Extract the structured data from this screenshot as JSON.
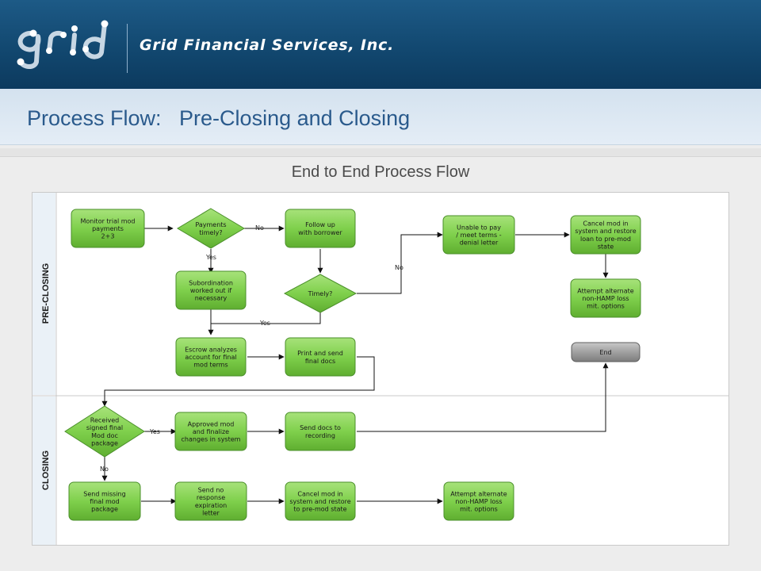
{
  "header": {
    "company": "Grid Financial Services, Inc.",
    "logo_text": "grid"
  },
  "page_title": "Process Flow:   Pre-Closing and Closing",
  "subtitle": "End to End Process Flow",
  "lanes": {
    "pre_closing": "PRE-CLOSING",
    "closing": "CLOSING"
  },
  "nodes": {
    "monitor": [
      "Monitor trial mod",
      "payments",
      "2+3"
    ],
    "payments_timely": [
      "Payments",
      "timely?"
    ],
    "follow_up": [
      "Follow up",
      "with borrower"
    ],
    "unable_to_pay": [
      "Unable to pay",
      "/ meet terms -",
      "denial letter"
    ],
    "cancel_mod_pre": [
      "Cancel mod in",
      "system and restore",
      "loan to pre-mod",
      "state"
    ],
    "subordination": [
      "Subordination",
      "worked out if",
      "necessary"
    ],
    "timely": [
      "Timely?"
    ],
    "attempt_alt_pre": [
      "Attempt alternate",
      "non-HAMP loss",
      "mit. options"
    ],
    "escrow": [
      "Escrow analyzes",
      "account for final",
      "mod terms"
    ],
    "print_send": [
      "Print and send",
      "final docs"
    ],
    "end": [
      "End"
    ],
    "received": [
      "Received",
      "signed final",
      "Mod doc",
      "package"
    ],
    "approved": [
      "Approved mod",
      "and finalize",
      "changes in system"
    ],
    "send_recording": [
      "Send docs to",
      "recording"
    ],
    "send_missing": [
      "Send missing",
      "final mod",
      "package"
    ],
    "send_no_response": [
      "Send no",
      "response",
      "expiration",
      "letter"
    ],
    "cancel_mod_closing": [
      "Cancel mod in",
      "system and restore",
      "to pre-mod state"
    ],
    "attempt_alt_closing": [
      "Attempt alternate",
      "non-HAMP loss",
      "mit. options"
    ]
  },
  "edge_labels": {
    "payments_no": "No",
    "payments_yes": "Yes",
    "timely_no": "No",
    "timely_yes": "Yes",
    "received_yes": "Yes",
    "received_no": "No"
  },
  "colors": {
    "header": "#124870",
    "title": "#2a5a8c",
    "process_fill": "#7ccf4a",
    "process_stroke": "#4a8f2a",
    "end_fill": "#9a9a9a",
    "lane_label": "#1a1a1a"
  }
}
